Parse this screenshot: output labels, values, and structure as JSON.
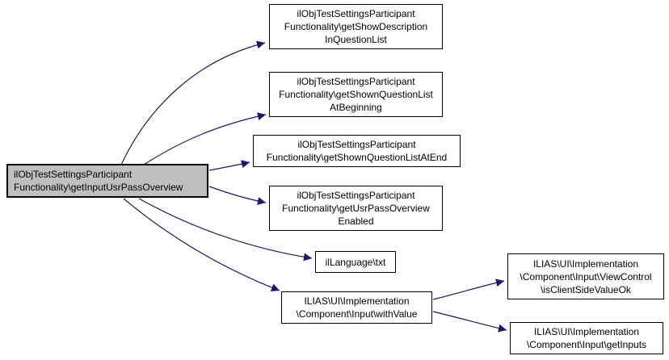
{
  "diagram": {
    "type": "call-graph",
    "background_color": "#ffffff",
    "edge_color": "#191970",
    "node_border_color": "#000000",
    "node_fill": "#ffffff",
    "highlighted_node_fill": "#bfbfbf",
    "nodes": [
      {
        "id": "getInputUsrPassOverview",
        "label": "ilObjTestSettingsParticipant\nFunctionality\\getInputUsrPassOverview",
        "highlighted": true
      },
      {
        "id": "getShowDescriptionInQuestionList",
        "label": "ilObjTestSettingsParticipant\nFunctionality\\getShowDescription\nInQuestionList",
        "highlighted": false
      },
      {
        "id": "getShownQuestionListAtBeginning",
        "label": "ilObjTestSettingsParticipant\nFunctionality\\getShownQuestionList\nAtBeginning",
        "highlighted": false
      },
      {
        "id": "getShownQuestionListAtEnd",
        "label": "ilObjTestSettingsParticipant\nFunctionality\\getShownQuestionListAtEnd",
        "highlighted": false
      },
      {
        "id": "getUsrPassOverviewEnabled",
        "label": "ilObjTestSettingsParticipant\nFunctionality\\getUsrPassOverview\nEnabled",
        "highlighted": false
      },
      {
        "id": "ilLanguage-txt",
        "label": "ilLanguage\\txt",
        "highlighted": false
      },
      {
        "id": "withValue",
        "label": "ILIAS\\UI\\Implementation\n\\Component\\Input\\withValue",
        "highlighted": false
      },
      {
        "id": "isClientSideValueOk",
        "label": "ILIAS\\UI\\Implementation\n\\Component\\Input\\ViewControl\n\\isClientSideValueOk",
        "highlighted": false
      },
      {
        "id": "getInputs",
        "label": "ILIAS\\UI\\Implementation\n\\Component\\Input\\getInputs",
        "highlighted": false
      }
    ],
    "edges": [
      {
        "from": "getInputUsrPassOverview",
        "to": "getShowDescriptionInQuestionList"
      },
      {
        "from": "getInputUsrPassOverview",
        "to": "getShownQuestionListAtBeginning"
      },
      {
        "from": "getInputUsrPassOverview",
        "to": "getShownQuestionListAtEnd"
      },
      {
        "from": "getInputUsrPassOverview",
        "to": "getUsrPassOverviewEnabled"
      },
      {
        "from": "getInputUsrPassOverview",
        "to": "ilLanguage-txt"
      },
      {
        "from": "getInputUsrPassOverview",
        "to": "withValue"
      },
      {
        "from": "withValue",
        "to": "isClientSideValueOk"
      },
      {
        "from": "withValue",
        "to": "getInputs"
      }
    ]
  }
}
